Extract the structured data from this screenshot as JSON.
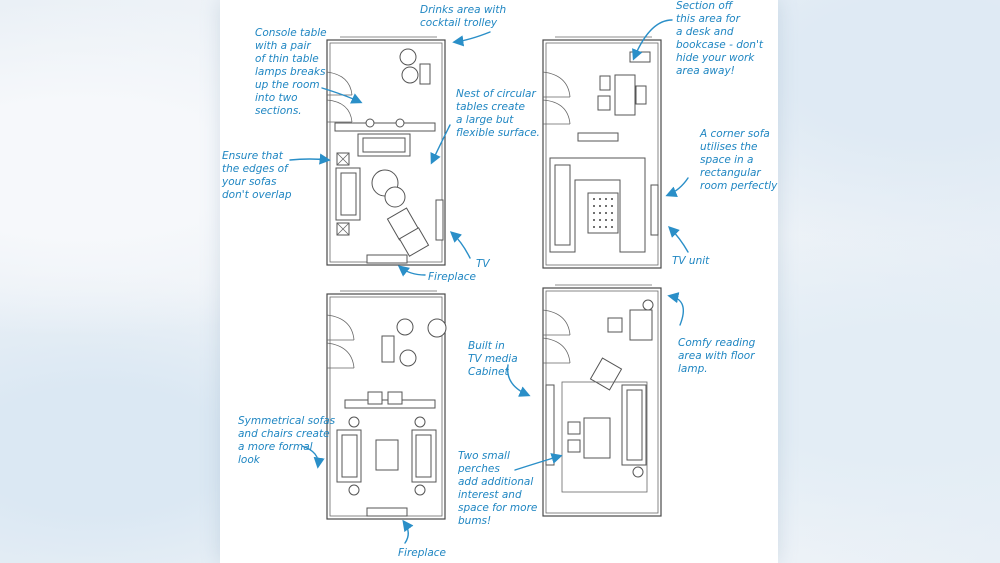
{
  "annotations": {
    "console_table": "Console table\nwith a pair\nof thin table\nlamps breaks\nup the room\ninto two\nsections.",
    "drinks_area": "Drinks area with\ncocktail trolley",
    "nest_tables": "Nest of circular\ntables create\na large but\nflexible surface.",
    "sofa_edges": "Ensure that\nthe edges of\nyour sofas\ndon't overlap",
    "tv_1": "TV",
    "fireplace_1": "Fireplace",
    "section_off": "Section off\nthis area for\na desk and\nbookcase - don't\nhide your work\narea away!",
    "corner_sofa": "A corner sofa\nutilises the\nspace in a\nrectangular\nroom perfectly",
    "tv_unit": "TV unit",
    "built_in_tv": "Built in\nTV media\nCabinet",
    "comfy_reading": "Comfy reading\narea with floor\nlamp.",
    "symmetrical_sofas": "Symmetrical sofas\nand chairs create\na more formal\nlook",
    "two_perches": "Two small\nperches\nadd additional\ninterest and\nspace for more\nbums!",
    "fireplace_2": "Fireplace"
  },
  "colors": {
    "annotation": "#1f86c2",
    "wall": "#4a4a4a",
    "paper": "#ffffff"
  }
}
